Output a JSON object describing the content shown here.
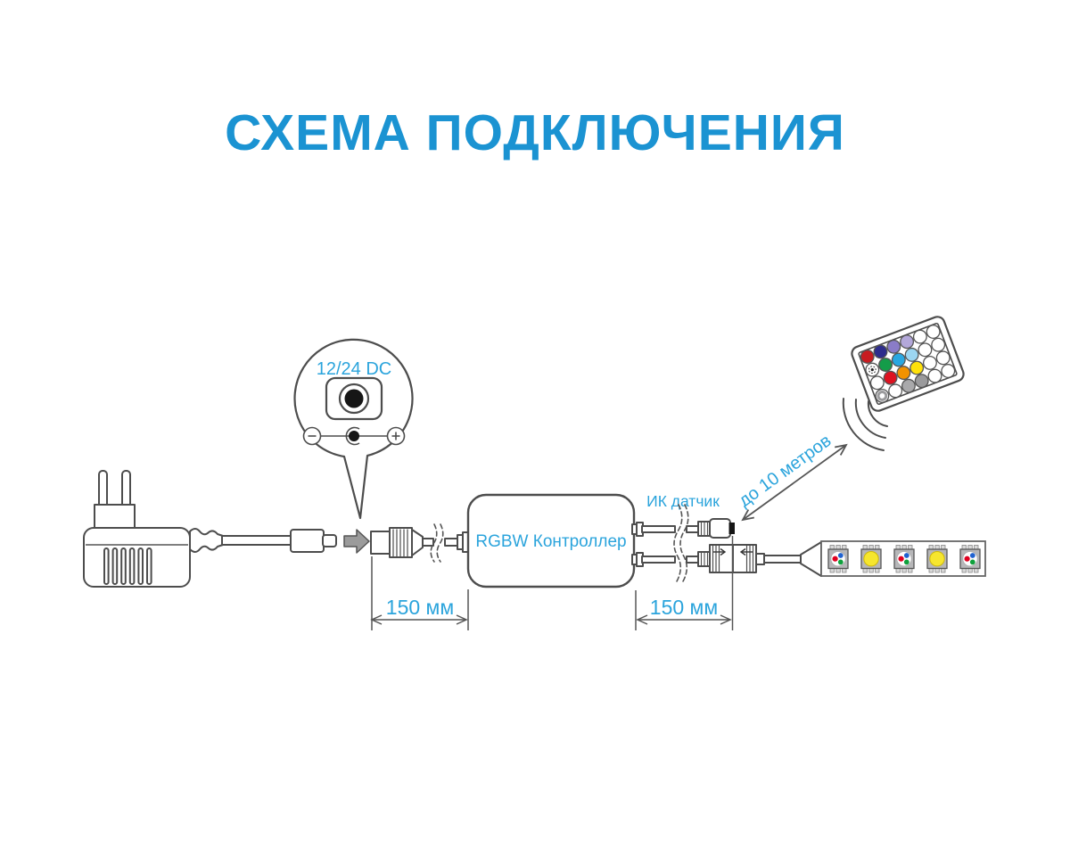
{
  "title": "СХЕМА ПОДКЛЮЧЕНИЯ",
  "colors": {
    "title_blue": "#1b93d2",
    "label_blue": "#2ba4dc",
    "line_gray": "#4d4d4d",
    "arrow_fill": "#9b9b9b"
  },
  "callout": {
    "voltage_label": "12/24 DC"
  },
  "controller": {
    "label": "RGBW Контроллер"
  },
  "ir_sensor_label": "ИК датчик",
  "range_label": "до 10 метров",
  "dimension_left": "150 мм",
  "dimension_right": "150 мм",
  "remote": {
    "buttons": [
      "#c81c20",
      "#2e2d8c",
      "#8a7cc8",
      "#b3a8da",
      "#ffffff",
      "#ffffff",
      "star",
      "#149c49",
      "#2aa7e1",
      "#9cd6f2",
      "#ffffff",
      "#ffffff",
      "#ffffff",
      "#de1220",
      "#f29200",
      "#ffe10a",
      "#ffffff",
      "#ffffff",
      "ring",
      "#ffffff",
      "#a9a9ab",
      "#9a9a9c",
      "#ffffff",
      "#ffffff"
    ]
  },
  "led_strip": {
    "chips": [
      "rgbw",
      "warm-white",
      "rgbw",
      "warm-white",
      "rgbw"
    ],
    "warm_color": "#f6e62e",
    "rgb_dot_colors": {
      "red": "#e00020",
      "green": "#0fa03c",
      "blue": "#2062d0"
    }
  }
}
